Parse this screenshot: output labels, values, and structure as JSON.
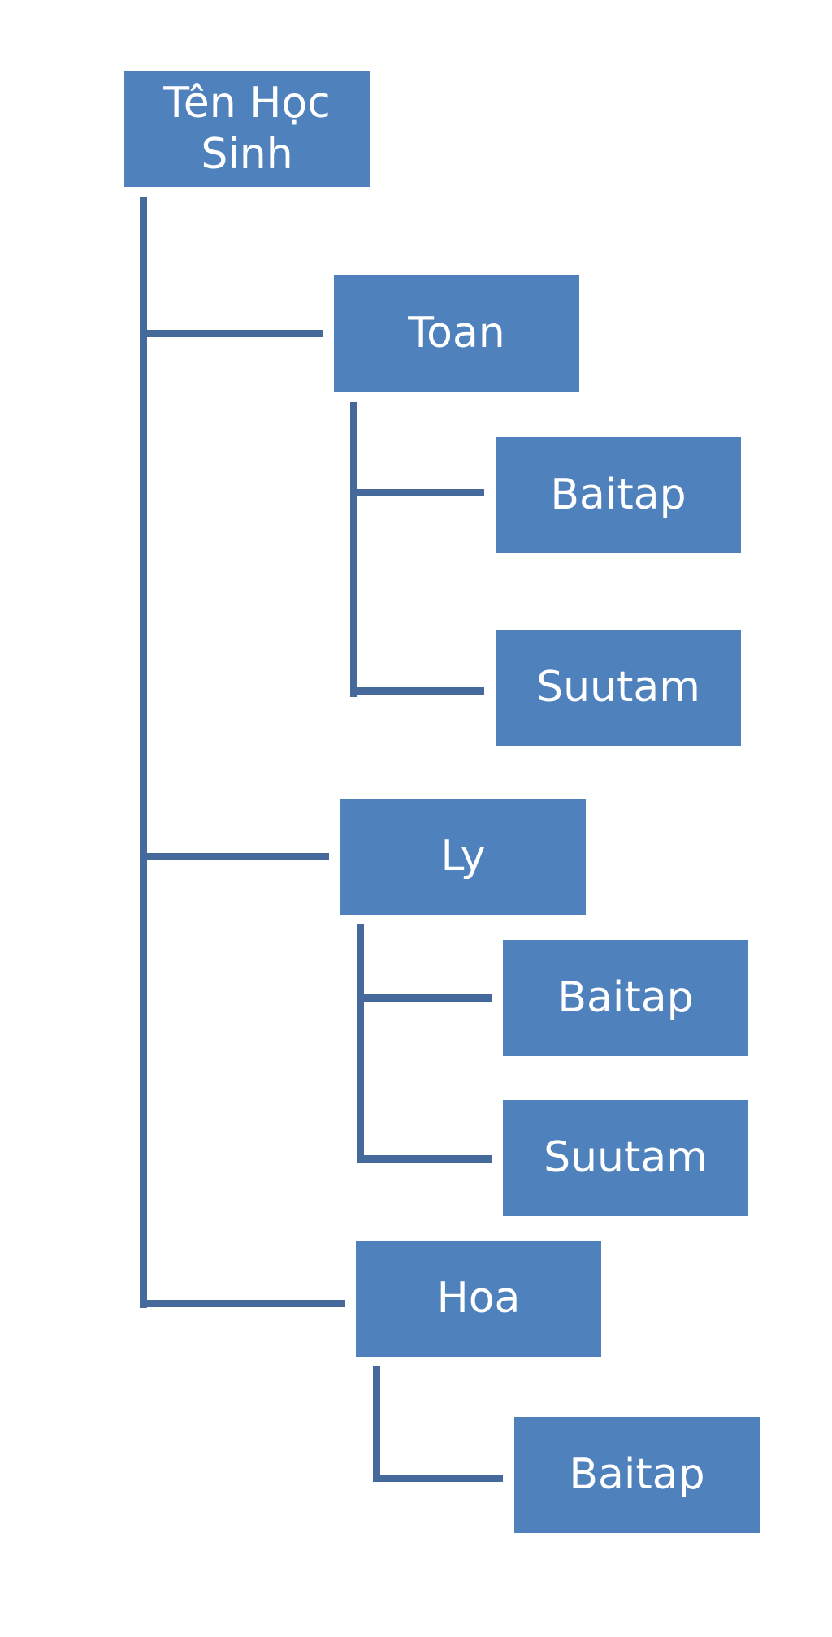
{
  "colors": {
    "node_fill": "#4f81bd",
    "connector": "#44699a",
    "text": "#ffffff",
    "background": "#ffffff"
  },
  "tree": {
    "root": {
      "label_line1": "Tên Học",
      "label_line2": "Sinh"
    },
    "subjects": [
      {
        "label": "Toan",
        "children": [
          "Baitap",
          "Suutam"
        ]
      },
      {
        "label": "Ly",
        "children": [
          "Baitap",
          "Suutam"
        ]
      },
      {
        "label": "Hoa",
        "children": [
          "Baitap"
        ]
      }
    ]
  }
}
